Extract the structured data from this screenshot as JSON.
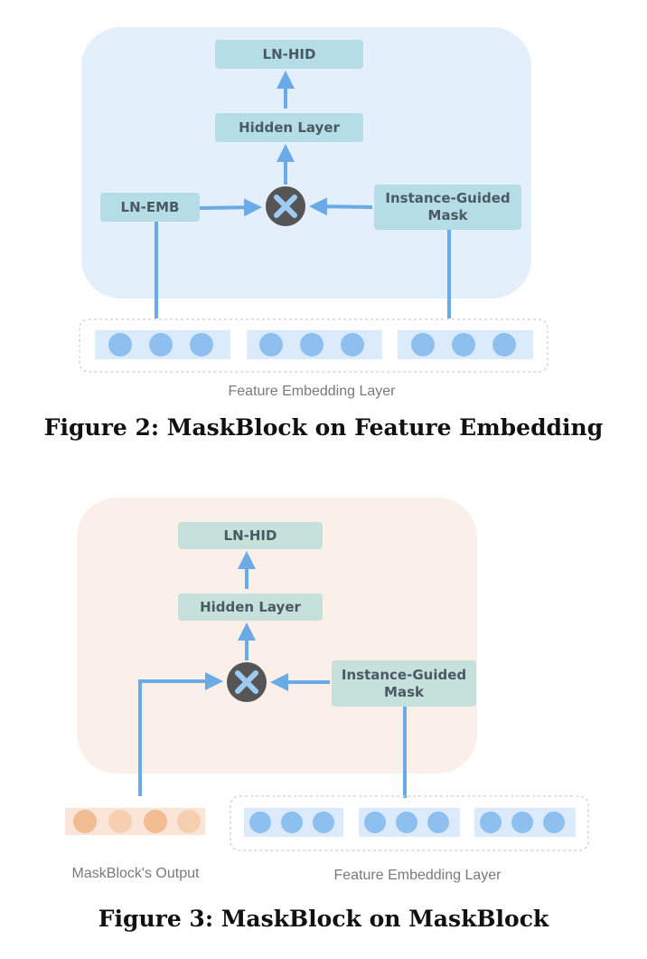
{
  "figure2": {
    "caption": "Figure 2: MaskBlock on Feature Embedding",
    "nodes": {
      "ln_hid": "LN-HID",
      "hidden_layer": "Hidden Layer",
      "ln_emb": "LN-EMB",
      "instance_guided_mask": "Instance-Guided\nMask"
    },
    "layer_label": "Feature Embedding Layer",
    "colors": {
      "panel": "#e3effa",
      "node": "#b5dde6",
      "dots": "#8ec0ef",
      "arrow": "#6aaae6",
      "multiply": "#555555"
    }
  },
  "figure3": {
    "caption": "Figure 3: MaskBlock on MaskBlock",
    "nodes": {
      "ln_hid": "LN-HID",
      "hidden_layer": "Hidden Layer",
      "instance_guided_mask": "Instance-Guided\nMask"
    },
    "output_label": "MaskBlock's Output",
    "layer_label": "Feature Embedding Layer",
    "colors": {
      "panel": "#fbefe9",
      "node": "#c6e0dc",
      "output_dots": "#f0b98e",
      "dots": "#8ec0ef",
      "arrow": "#6aaae6",
      "multiply": "#555555"
    }
  }
}
